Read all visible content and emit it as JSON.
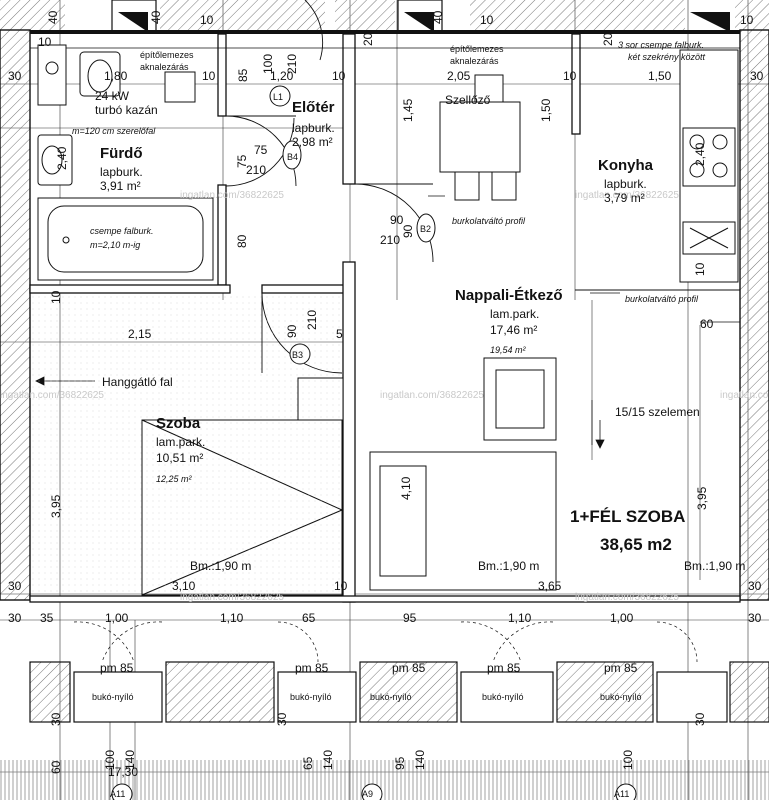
{
  "summary": {
    "line1": "1+FÉL SZOBA",
    "line2": "38,65 m2"
  },
  "rooms": {
    "bathroom": {
      "name": "Fürdő",
      "finish": "lapburk.",
      "area": "3,91 m²"
    },
    "hall": {
      "name": "Előtér",
      "finish": "lapburk.",
      "area": "2,98 m²"
    },
    "kitchen": {
      "name": "Konyha",
      "finish": "lapburk.",
      "area": "3,79 m²"
    },
    "living": {
      "name": "Nappali-Étkező",
      "finish": "lam.park.",
      "area": "17,46 m²",
      "area2": "19,54 m²"
    },
    "room": {
      "name": "Szoba",
      "finish": "lam.park.",
      "area": "10,51 m²",
      "area2": "12,25 m²"
    }
  },
  "notes": {
    "hatch1": "építőlemezes",
    "hatch1b": "aknalezárás",
    "hatch2": "építőlemezes",
    "hatch2b": "aknalezárás",
    "boiler1": "24 kW",
    "boiler2": "turbó kazán",
    "frame": "m=120 cm szerelőfal",
    "tiles": "csempe falburk.",
    "tiles2": "m=2,10 m-ig",
    "cabinet1": "3 sor csempe falburk.",
    "cabinet2": "két szekrény között",
    "vent": "Szellőző",
    "profile1": "burkolatváltó profil",
    "profile2": "burkolatváltó profil",
    "soundwall": "Hanggátló fal",
    "stairs": "15/15 szelemen",
    "watermark": "ingatlan.com/36822625"
  },
  "doors": {
    "l1": "L1",
    "b4": "B4",
    "b2": "B2",
    "b3": "B3"
  },
  "windows": {
    "pm": "pm 85",
    "buko1": "bukó-nyíló",
    "buko2": "bukó-nyíló",
    "buko3": "bukó-nyíló",
    "buko4": "bukó-nyíló",
    "buko5": "bukó-nyíló"
  },
  "heights": {
    "bm1": "Bm.:1,90 m",
    "bm2": "Bm.:1,90 m",
    "bm3": "Bm.:1,90 m"
  },
  "axes": {
    "a11": "A11",
    "a9": "A9"
  },
  "dims": {
    "d30": "30",
    "d40": "40",
    "d20": "20",
    "d10": "10",
    "d35": "35",
    "d60": "60",
    "d65": "65",
    "d85": "85",
    "d90": "90",
    "d95": "95",
    "d100": "100",
    "d140": "140",
    "d210": "210",
    "d75": "75",
    "d80": "80",
    "d5": "5",
    "d180": "1,80",
    "d120": "1,20",
    "d205": "2,05",
    "d150": "1,50",
    "d145": "1,45",
    "d240": "2,40",
    "d215": "2,15",
    "d395": "3,95",
    "d410": "4,10",
    "d310": "3,10",
    "d365": "3,65",
    "d110": "1,10",
    "d100b": "1,00",
    "d1730": "17,30"
  }
}
